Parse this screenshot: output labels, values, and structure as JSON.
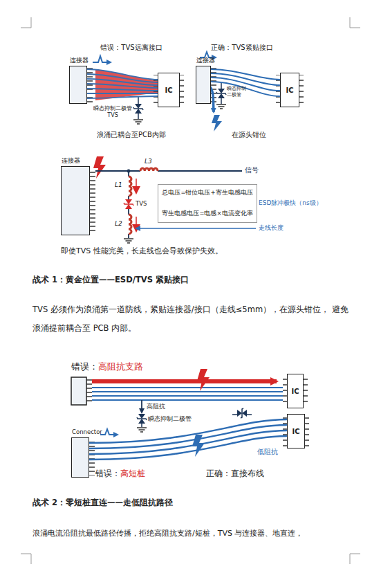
{
  "diagram": {
    "nodes": [
      {
        "text": [
          "连接器"
        ]
      },
      {
        "text": [
          "IC"
        ]
      },
      {
        "text": [
          "连接器"
        ]
      },
      {
        "text": [
          "IC"
        ]
      },
      {
        "text": [
          "连接器"
        ]
      },
      {
        "text": [
          "总电压=钳位电压+寄生电感电压",
          "寄生电感电压=电感×电流变化率"
        ]
      },
      {
        "text": [
          "IC"
        ]
      },
      {
        "text": [
          "Connector"
        ]
      },
      {
        "text": [
          "IC"
        ]
      }
    ],
    "edges": [
      {
        "from": 0,
        "to": 1,
        "arrow": "none"
      },
      {
        "from": 2,
        "to": 3,
        "arrow": "none"
      },
      {
        "from": 7,
        "to": 8,
        "arrow": "none"
      }
    ],
    "labels": [
      "错误：TVS远离接口",
      "瞬态抑制二极管 TVS",
      "浪涌已耦合至PCB内部",
      "正确：TVS紧贴接口",
      "瞬态抑制 二极管",
      "在源头钳位",
      "L3",
      "信号",
      "L1",
      "TVS",
      "L2",
      "ESD脉冲极快（ns级）",
      "走线长度",
      "即使TVS 性能完美，长走线也会导致保护失效。",
      "战术 1：黄金位置——ESD/TVS 紧贴接口",
      "TVS 必须作为浪涌第一道防线，紧贴连接器/接口（走线≤5mm），在源头钳位， 避免浪涌提前耦合至 PCB 内部。",
      "错误：",
      "高阻抗支路",
      "高阻抗",
      "瞬态抑制二极管",
      "低阻抗",
      "错误：",
      "高短桩",
      "正确：直接布线",
      "战术 2：零短桩直连——走低阻抗路径",
      "浪涌电流沿阻抗最低路径传播，拒绝高阻抗支路/短桩，TVS 与连接器、地直连，"
    ]
  }
}
